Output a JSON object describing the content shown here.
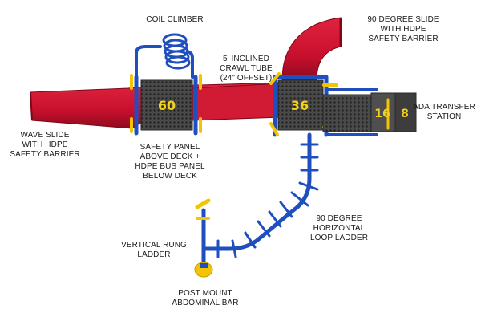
{
  "colors": {
    "red": "#c8102e",
    "blue": "#1f4fbf",
    "yellow": "#f5c400",
    "deck": "#4a4a4a",
    "deck_numbers": "#f2d21b"
  },
  "decks": {
    "left": "60",
    "center": "36",
    "transfer_a": "16",
    "transfer_b": "8"
  },
  "labels": {
    "coil_climber": [
      "COIL CLIMBER"
    ],
    "slide_90": [
      "90 DEGREE SLIDE",
      "WITH HDPE",
      "SAFETY BARRIER"
    ],
    "crawl_tube": [
      "5' INCLINED",
      "CRAWL TUBE",
      "(24\" OFFSET)"
    ],
    "ada_transfer": [
      "ADA TRANSFER",
      "STATION"
    ],
    "wave_slide": [
      "WAVE SLIDE",
      "WITH HDPE",
      "SAFETY BARRIER"
    ],
    "safety_panel": [
      "SAFETY PANEL",
      "ABOVE DECK +",
      "HDPE BUS PANEL",
      "BELOW DECK"
    ],
    "loop_ladder": [
      "90 DEGREE",
      "HORIZONTAL",
      "LOOP LADDER"
    ],
    "vertical_ladder": [
      "VERTICAL RUNG",
      "LADDER"
    ],
    "abdominal_bar": [
      "POST MOUNT",
      "ABDOMINAL BAR"
    ]
  }
}
